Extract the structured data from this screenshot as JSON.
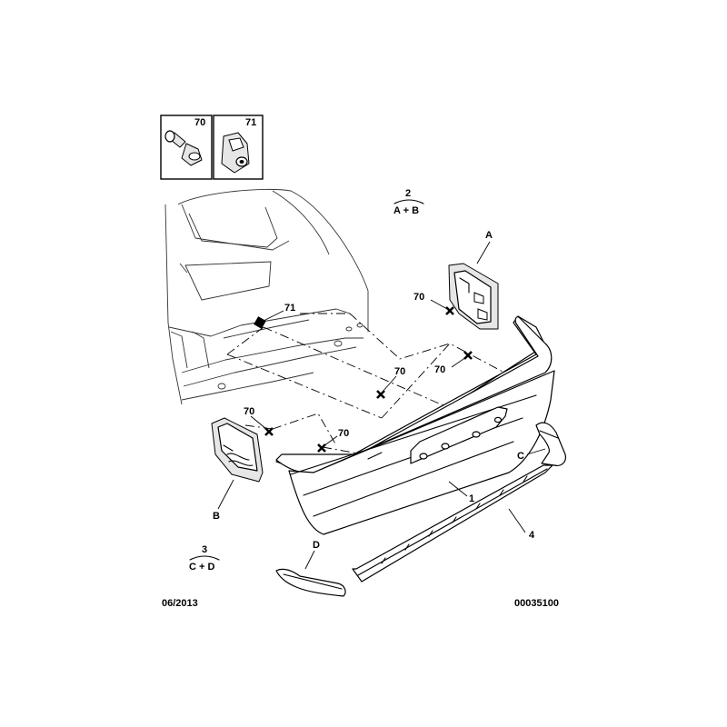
{
  "legend": {
    "box_70": "70",
    "box_71": "71"
  },
  "groups": {
    "g2_number": "2",
    "g2_parts": "A + B",
    "g3_number": "3",
    "g3_parts": "C + D"
  },
  "callouts": {
    "a": "A",
    "b": "B",
    "c": "C",
    "d": "D",
    "p1": "1",
    "p4": "4",
    "f70_a": "70",
    "f70_b": "70",
    "f70_c": "70",
    "f70_d": "70",
    "f70_e": "70",
    "f71": "71"
  },
  "footer": {
    "date": "06/2013",
    "ref": "00035100"
  }
}
